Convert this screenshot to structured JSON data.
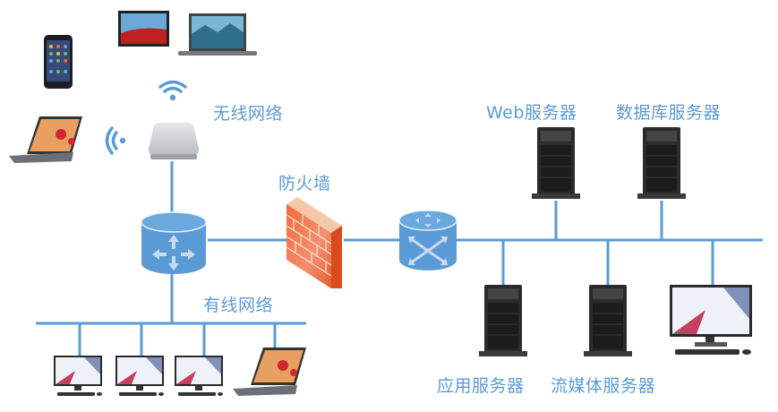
{
  "diagram": {
    "type": "network-topology",
    "line_color": "#5b9bd5",
    "labels": {
      "wireless": "无线网络",
      "firewall": "防火墙",
      "wired": "有线网络",
      "web_server": "Web服务器",
      "db_server": "数据库服务器",
      "app_server": "应用服务器",
      "media_server": "流媒体服务器"
    },
    "wireless_devices": [
      "smartphone",
      "tablet",
      "laptop",
      "laptop"
    ],
    "wired_devices": [
      "desktop-pc",
      "desktop-pc",
      "desktop-pc",
      "laptop"
    ],
    "servers": [
      "web-server",
      "database-server",
      "application-server",
      "streaming-media-server"
    ],
    "server_lan_devices": [
      "desktop-pc"
    ],
    "core_devices": [
      "wireless-access-point",
      "layer3-switch",
      "firewall",
      "router"
    ]
  }
}
